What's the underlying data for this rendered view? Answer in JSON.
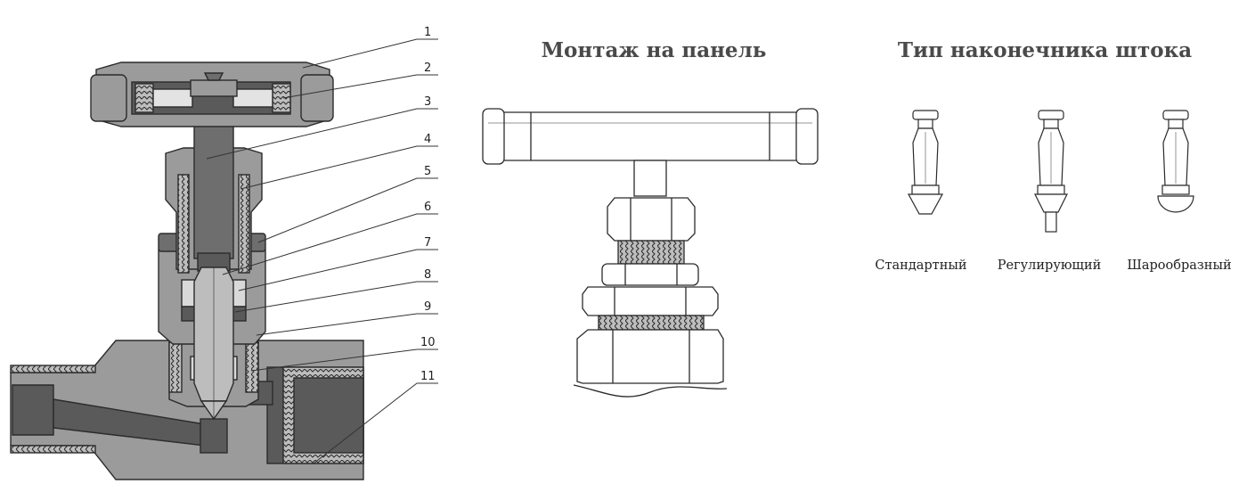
{
  "section_titles": {
    "panel_mount": "Монтаж на панель",
    "stem_tip_type": "Тип наконечника штока"
  },
  "callouts": [
    "1",
    "2",
    "3",
    "4",
    "5",
    "6",
    "7",
    "8",
    "9",
    "10",
    "11"
  ],
  "stem_tips": [
    {
      "label": "Стандартный",
      "shape": "cone"
    },
    {
      "label": "Регулирующий",
      "shape": "needle"
    },
    {
      "label": "Шарообразный",
      "shape": "ball"
    }
  ],
  "colors": {
    "body_fill": "#9b9b9b",
    "light_fill": "#d9d9d9",
    "dark_fill": "#5a5a5a",
    "outline": "#2b2b2b"
  }
}
